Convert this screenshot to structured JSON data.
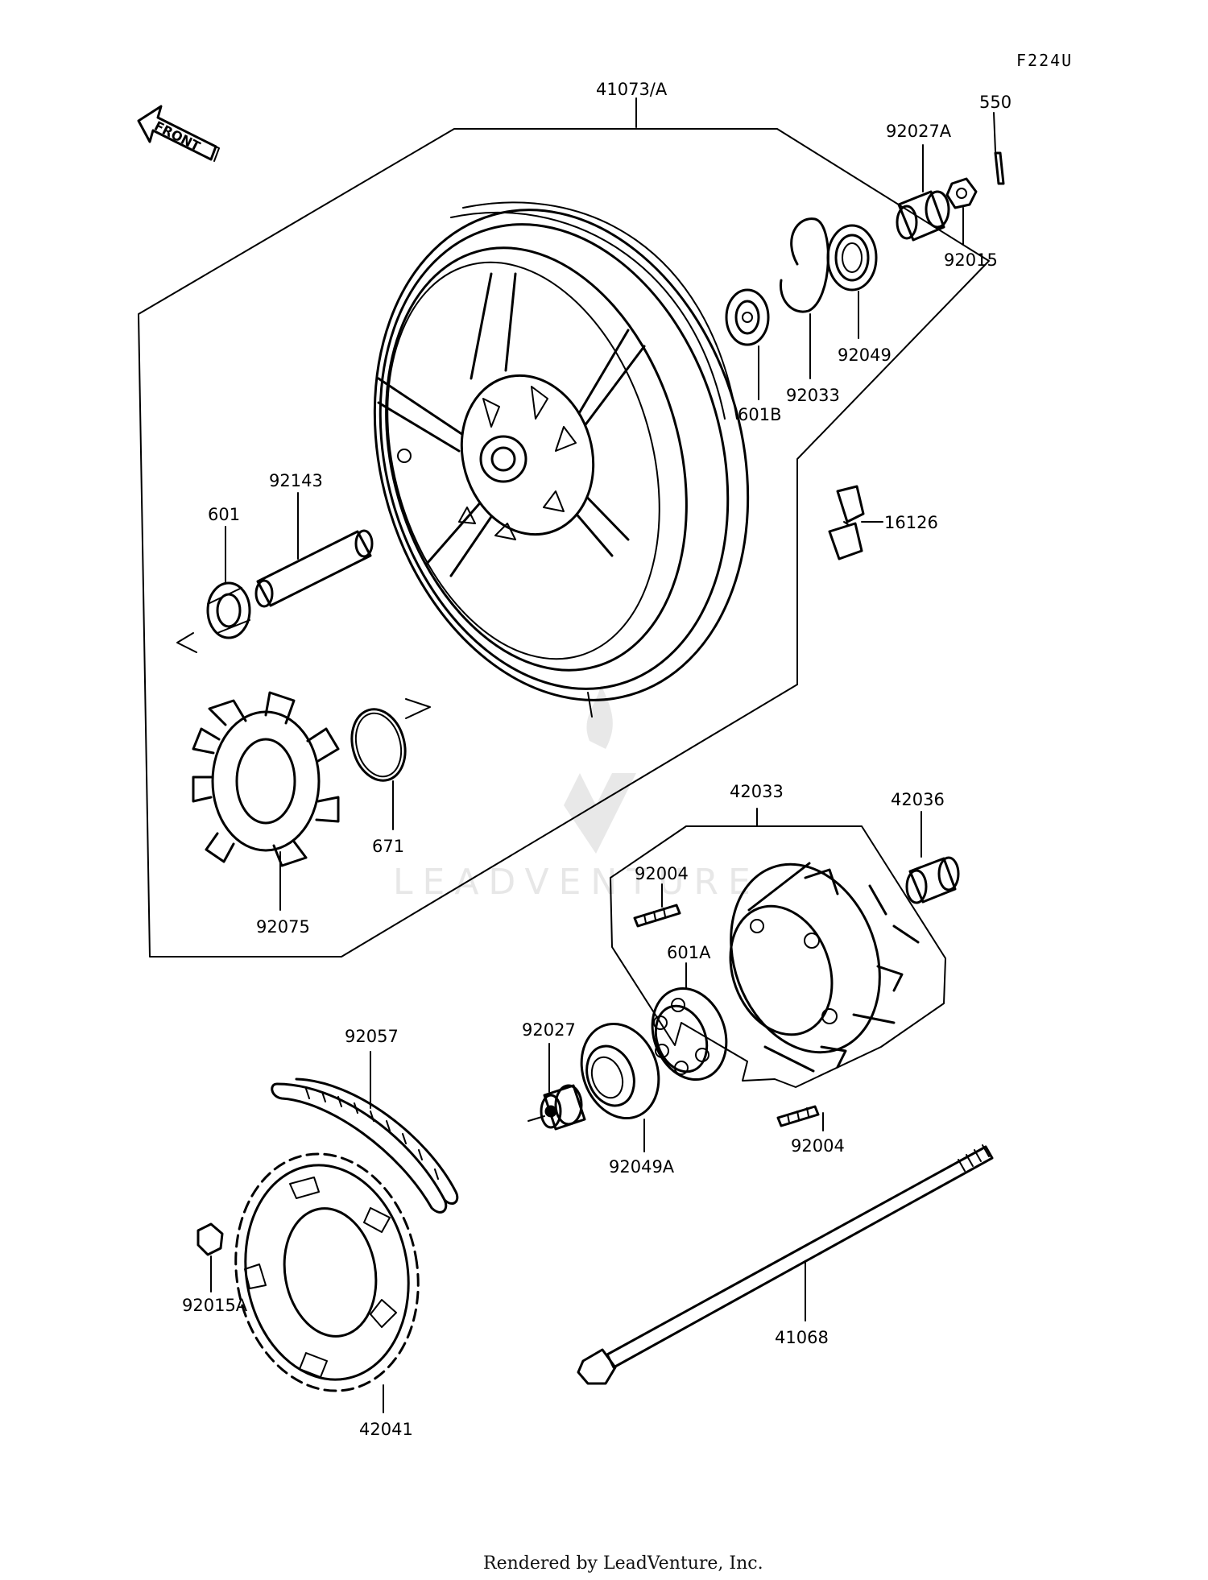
{
  "diagram_code": "F224U",
  "front_arrow": {
    "label": "FRONT"
  },
  "parts": [
    "41073/A",
    "550",
    "92027A",
    "92015",
    "92049",
    "92033",
    "601B",
    "16126",
    "92143",
    "601",
    "671",
    "92075",
    "42033",
    "42036",
    "92004",
    "601A",
    "92027",
    "92057",
    "92004",
    "92049A",
    "92015A",
    "42041",
    "41068"
  ],
  "watermark": {
    "brand": "LEADVENTURE"
  },
  "footer": {
    "text": "Rendered by LeadVenture, Inc."
  }
}
